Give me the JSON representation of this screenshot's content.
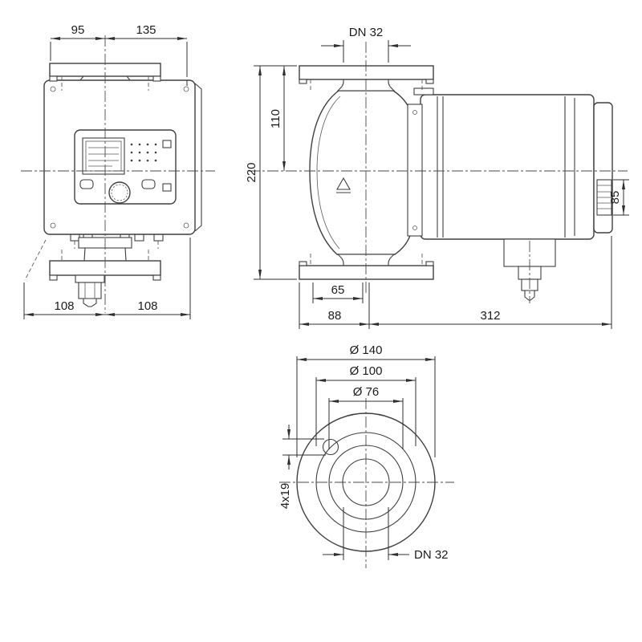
{
  "page": {
    "background": "#ffffff",
    "line_color": "#3f3f3f",
    "dim_color": "#1c1c1c"
  },
  "drawing": {
    "name": "Pump dimensional drawing, three views",
    "front_view": {
      "dim_width_left": "95",
      "dim_width_right": "135",
      "dim_base_left": "108",
      "dim_base_right": "108"
    },
    "side_view": {
      "dim_port": "DN 32",
      "dim_axis_height": "110",
      "dim_total_height": "220",
      "dim_module_height": "85",
      "dim_foot_offset": "65",
      "dim_front_depth": "88",
      "dim_motor_length": "312"
    },
    "flange_view": {
      "dim_flange_od": "Ø 140",
      "dim_bolt_circle": "Ø 100",
      "dim_raised_face": "Ø 76",
      "dim_bolt_holes": "4x19",
      "dim_bore": "DN 32"
    }
  }
}
